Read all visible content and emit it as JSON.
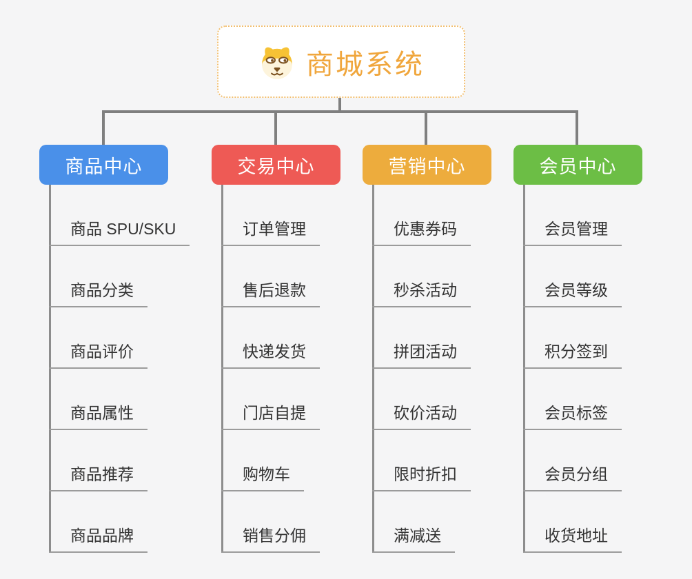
{
  "root": {
    "title": "商城系统",
    "icon": "doge-icon"
  },
  "colors": {
    "background": "#f5f5f6",
    "root_text": "#f0a63c",
    "root_border": "#f2bf70",
    "connector": "#7f7f7f",
    "leaf_underline": "#9b9b9b",
    "leaf_text": "#333333",
    "branch_text": "#ffffff"
  },
  "branches": [
    {
      "label": "商品中心",
      "color": "#4a90e9",
      "items": [
        "商品 SPU/SKU",
        "商品分类",
        "商品评价",
        "商品属性",
        "商品推荐",
        "商品品牌"
      ]
    },
    {
      "label": "交易中心",
      "color": "#ee5a55",
      "items": [
        "订单管理",
        "售后退款",
        "快递发货",
        "门店自提",
        "购物车",
        "销售分佣"
      ]
    },
    {
      "label": "营销中心",
      "color": "#edac3d",
      "items": [
        "优惠券码",
        "秒杀活动",
        "拼团活动",
        "砍价活动",
        "限时折扣",
        "满减送"
      ]
    },
    {
      "label": "会员中心",
      "color": "#6cbe45",
      "items": [
        "会员管理",
        "会员等级",
        "积分签到",
        "会员标签",
        "会员分组",
        "收货地址"
      ]
    }
  ]
}
